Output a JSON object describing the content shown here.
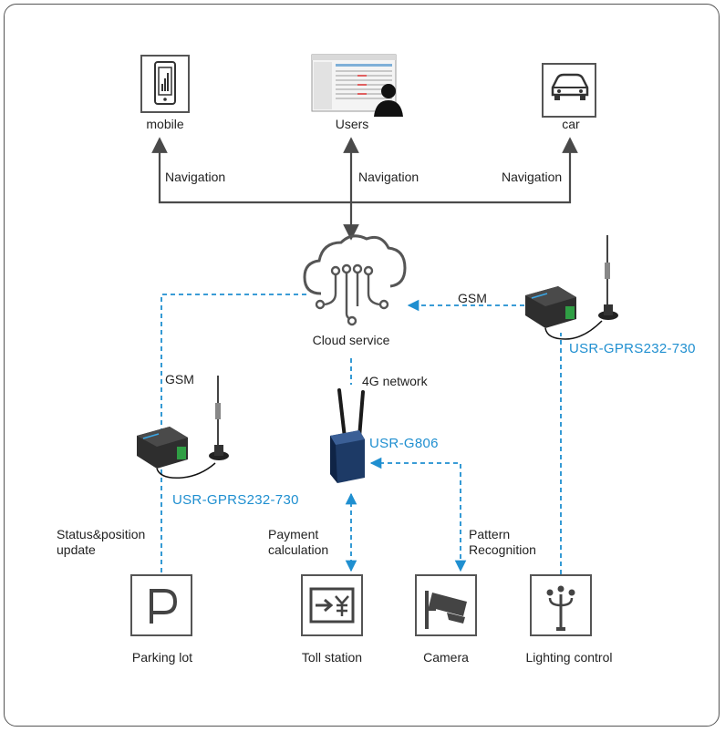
{
  "top_nodes": {
    "mobile": "mobile",
    "users": "Users",
    "car": "car"
  },
  "links": {
    "nav_left": "Navigation",
    "nav_center": "Navigation",
    "nav_right": "Navigation",
    "gsm_right": "GSM",
    "gsm_left": "GSM",
    "network_4g": "4G network",
    "status_line1": "Status&position",
    "status_line2": "update",
    "payment_line1": "Payment",
    "payment_line2": "calculation",
    "pattern_line1": "Pattern",
    "pattern_line2": "Recognition"
  },
  "center": {
    "cloud": "Cloud service"
  },
  "devices": {
    "dtu_right": "USR-GPRS232-730",
    "dtu_left": "USR-GPRS232-730",
    "router": "USR-G806"
  },
  "bottom_nodes": {
    "parking": "Parking lot",
    "toll": "Toll station",
    "camera": "Camera",
    "lighting": "Lighting control"
  },
  "colors": {
    "accent_blue": "#1f8fd0",
    "dark_gray": "#4a4a4a",
    "icon_border": "#555555"
  }
}
